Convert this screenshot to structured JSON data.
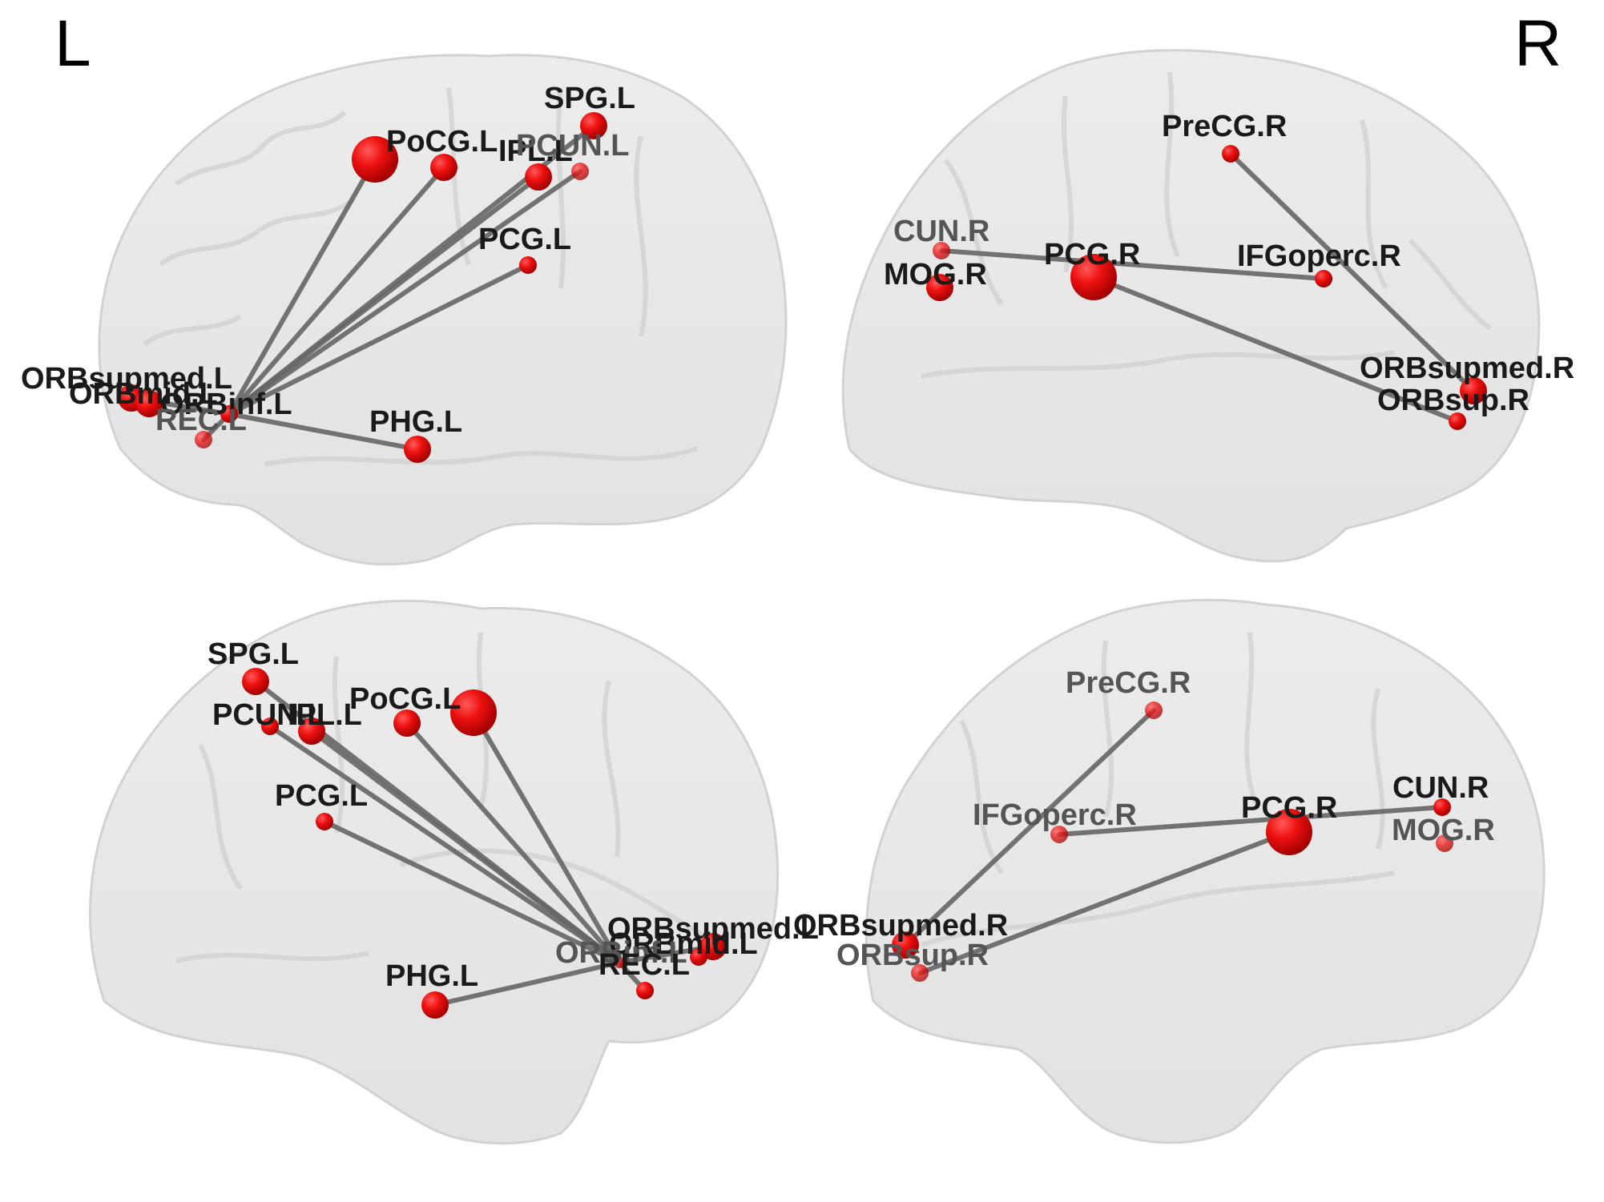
{
  "figure": {
    "hemisphere_labels": {
      "left": "L",
      "right": "R"
    },
    "colors": {
      "node": "#e60000",
      "edge": "#666666",
      "brain": "#e4e4e4",
      "label": "#1a1a1a"
    }
  },
  "panels": [
    {
      "id": "left-lateral",
      "hemisphere": "L",
      "view": "lateral",
      "nodes": [
        {
          "name": "unlabeled-large",
          "label": "",
          "size": "large"
        },
        {
          "name": "PoCG.L",
          "label": "PoCG.L",
          "size": "medium"
        },
        {
          "name": "IPL.L",
          "label": "IPL.L",
          "size": "medium"
        },
        {
          "name": "PCUN.L",
          "label": "PCUN.L",
          "size": "small"
        },
        {
          "name": "SPG.L",
          "label": "SPG.L",
          "size": "medium"
        },
        {
          "name": "PCG.L",
          "label": "PCG.L",
          "size": "small"
        },
        {
          "name": "ORBsupmed.L",
          "label": "ORBsupmed.L",
          "size": "medium"
        },
        {
          "name": "ORBmid.L",
          "label": "ORBmid.L",
          "size": "medium"
        },
        {
          "name": "ORBinf.L",
          "label": "ORBinf.L",
          "size": "small"
        },
        {
          "name": "REC.L",
          "label": "REC.L",
          "size": "small"
        },
        {
          "name": "PHG.L",
          "label": "PHG.L",
          "size": "medium"
        }
      ],
      "edges": [
        [
          "ORBinf.L",
          "unlabeled-large"
        ],
        [
          "ORBinf.L",
          "PoCG.L"
        ],
        [
          "ORBinf.L",
          "IPL.L"
        ],
        [
          "ORBinf.L",
          "PCUN.L"
        ],
        [
          "ORBinf.L",
          "SPG.L"
        ],
        [
          "ORBinf.L",
          "PCG.L"
        ],
        [
          "ORBinf.L",
          "PHG.L"
        ],
        [
          "ORBsupmed.L",
          "ORBinf.L"
        ],
        [
          "REC.L",
          "ORBinf.L"
        ]
      ]
    },
    {
      "id": "right-lateral",
      "hemisphere": "R",
      "view": "lateral",
      "nodes": [
        {
          "name": "PreCG.R",
          "label": "PreCG.R",
          "size": "small"
        },
        {
          "name": "CUN.R",
          "label": "CUN.R",
          "size": "small"
        },
        {
          "name": "MOG.R",
          "label": "MOG.R",
          "size": "medium"
        },
        {
          "name": "PCG.R",
          "label": "PCG.R",
          "size": "large"
        },
        {
          "name": "IFGoperc.R",
          "label": "IFGoperc.R",
          "size": "small"
        },
        {
          "name": "ORBsupmed.R",
          "label": "ORBsupmed.R",
          "size": "medium"
        },
        {
          "name": "ORBsup.R",
          "label": "ORBsup.R",
          "size": "small"
        }
      ],
      "edges": [
        [
          "PreCG.R",
          "ORBsupmed.R"
        ],
        [
          "CUN.R",
          "IFGoperc.R"
        ],
        [
          "PCG.R",
          "ORBsup.R"
        ]
      ]
    },
    {
      "id": "left-medial",
      "hemisphere": "L",
      "view": "medial",
      "nodes": [
        {
          "name": "SPG.L",
          "label": "SPG.L",
          "size": "medium"
        },
        {
          "name": "PCUN.L",
          "label": "PCUN.L",
          "size": "small"
        },
        {
          "name": "IPL.L",
          "label": "IPL.L",
          "size": "medium"
        },
        {
          "name": "PoCG.L",
          "label": "PoCG.L",
          "size": "medium"
        },
        {
          "name": "unlabeled-large",
          "label": "",
          "size": "large"
        },
        {
          "name": "PCG.L",
          "label": "PCG.L",
          "size": "small"
        },
        {
          "name": "ORBsupmed.L",
          "label": "ORBsupmed.L",
          "size": "medium"
        },
        {
          "name": "ORBmid.L",
          "label": "ORBmid.L",
          "size": "small"
        },
        {
          "name": "ORBinf.L",
          "label": "ORBinf.L",
          "size": "tiny"
        },
        {
          "name": "REC.L",
          "label": "REC.L",
          "size": "small"
        },
        {
          "name": "PHG.L",
          "label": "PHG.L",
          "size": "medium"
        }
      ],
      "edges": [
        [
          "ORBinf.L",
          "SPG.L"
        ],
        [
          "ORBinf.L",
          "PCUN.L"
        ],
        [
          "ORBinf.L",
          "IPL.L"
        ],
        [
          "ORBinf.L",
          "PoCG.L"
        ],
        [
          "ORBinf.L",
          "unlabeled-large"
        ],
        [
          "ORBinf.L",
          "PCG.L"
        ],
        [
          "ORBinf.L",
          "PHG.L"
        ],
        [
          "ORBinf.L",
          "ORBsupmed.L"
        ],
        [
          "ORBinf.L",
          "REC.L"
        ]
      ]
    },
    {
      "id": "right-medial",
      "hemisphere": "R",
      "view": "medial",
      "nodes": [
        {
          "name": "PreCG.R",
          "label": "PreCG.R",
          "size": "small"
        },
        {
          "name": "IFGoperc.R",
          "label": "IFGoperc.R",
          "size": "small"
        },
        {
          "name": "PCG.R",
          "label": "PCG.R",
          "size": "large"
        },
        {
          "name": "CUN.R",
          "label": "CUN.R",
          "size": "small"
        },
        {
          "name": "MOG.R",
          "label": "MOG.R",
          "size": "small"
        },
        {
          "name": "ORBsupmed.R",
          "label": "ORBsupmed.R",
          "size": "medium"
        },
        {
          "name": "ORBsup.R",
          "label": "ORBsup.R",
          "size": "small"
        }
      ],
      "edges": [
        [
          "PreCG.R",
          "ORBsupmed.R"
        ],
        [
          "IFGoperc.R",
          "CUN.R"
        ],
        [
          "PCG.R",
          "ORBsup.R"
        ]
      ]
    }
  ]
}
